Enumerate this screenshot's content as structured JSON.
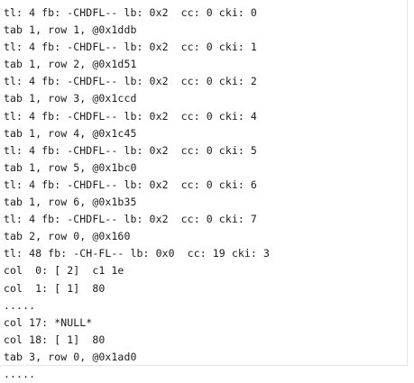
{
  "lines": [
    "tl: 4 fb: -CHDFL-- lb: 0x2  cc: 0 cki: 0",
    "tab 1, row 1, @0x1ddb",
    "tl: 4 fb: -CHDFL-- lb: 0x2  cc: 0 cki: 1",
    "tab 1, row 2, @0x1d51",
    "tl: 4 fb: -CHDFL-- lb: 0x2  cc: 0 cki: 2",
    "tab 1, row 3, @0x1ccd",
    "tl: 4 fb: -CHDFL-- lb: 0x2  cc: 0 cki: 4",
    "tab 1, row 4, @0x1c45",
    "tl: 4 fb: -CHDFL-- lb: 0x2  cc: 0 cki: 5",
    "tab 1, row 5, @0x1bc0",
    "tl: 4 fb: -CHDFL-- lb: 0x2  cc: 0 cki: 6",
    "tab 1, row 6, @0x1b35",
    "tl: 4 fb: -CHDFL-- lb: 0x2  cc: 0 cki: 7",
    "tab 2, row 0, @0x160",
    "tl: 48 fb: -CH-FL-- lb: 0x0  cc: 19 cki: 3",
    "col  0: [ 2]  c1 1e",
    "col  1: [ 1]  80",
    ".....",
    "col 17: *NULL*",
    "col 18: [ 1]  80",
    "tab 3, row 0, @0x1ad0",
    "....."
  ]
}
